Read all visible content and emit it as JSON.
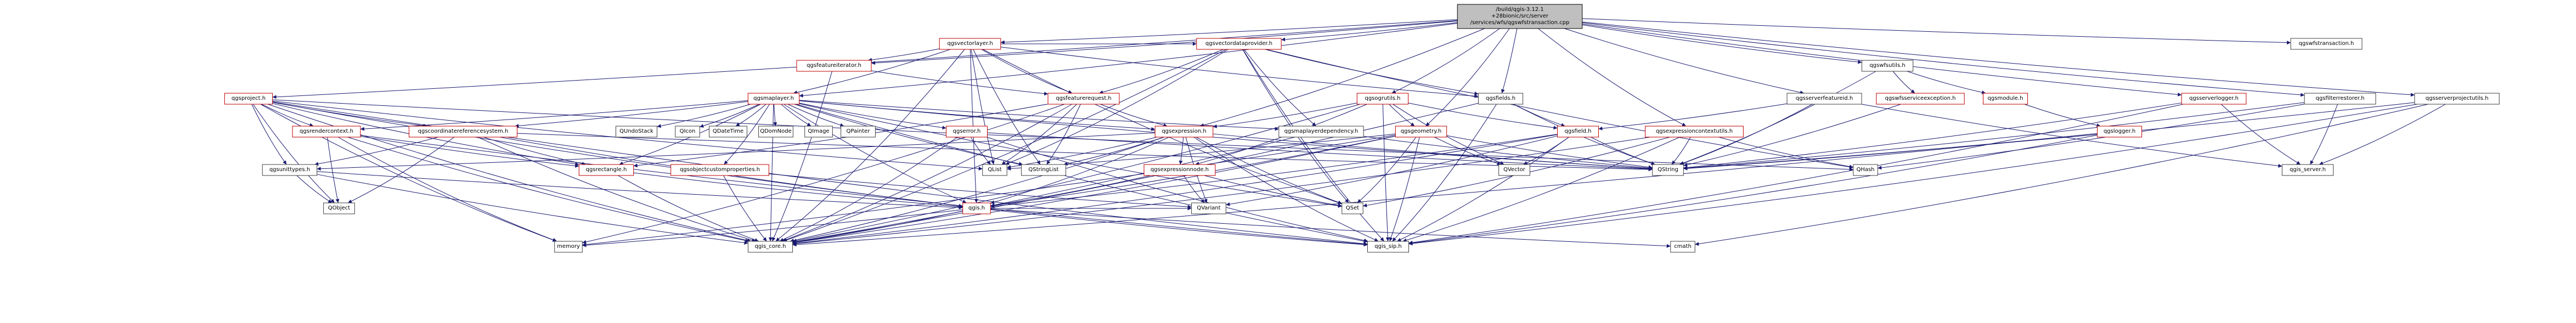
{
  "colors": {
    "black": "#000000",
    "red": "#c00000",
    "root_fill": "#bfbfbf",
    "node_fill": "#ffffff",
    "edge": "#191970",
    "border": "#404040"
  },
  "root": {
    "id": "root",
    "label": "/build/qgis-3.12.1+28bionic/src/server/services/wfs/qgswfstransaction.cpp"
  },
  "nodes": [
    {
      "id": "root",
      "lines": [
        "/build/qgis-3.12.1",
        "+28bionic/src/server",
        "/services/wfs/qgswfstransaction.cpp"
      ],
      "color": "black"
    },
    {
      "id": "qgsvectorlayer",
      "lines": [
        "qgsvectorlayer.h"
      ],
      "color": "red"
    },
    {
      "id": "qgsvectordataprovider",
      "lines": [
        "qgsvectordataprovider.h"
      ],
      "color": "red"
    },
    {
      "id": "qgsfeatureiterator",
      "lines": [
        "qgsfeatureiterator.h"
      ],
      "color": "red"
    },
    {
      "id": "qgsmaplayer",
      "lines": [
        "qgsmaplayer.h"
      ],
      "color": "red"
    },
    {
      "id": "qgsproject",
      "lines": [
        "qgsproject.h"
      ],
      "color": "red"
    },
    {
      "id": "qgsfeaturerequest",
      "lines": [
        "qgsfeaturerequest.h"
      ],
      "color": "red"
    },
    {
      "id": "qgsfields",
      "lines": [
        "qgsfields.h"
      ],
      "color": "black"
    },
    {
      "id": "qgsogrutils",
      "lines": [
        "qgsogrutils.h"
      ],
      "color": "red"
    },
    {
      "id": "qgswfsutils",
      "lines": [
        "qgswfsutils.h"
      ],
      "color": "black"
    },
    {
      "id": "qgsserverfeatureid",
      "lines": [
        "qgsserverfeatureid.h"
      ],
      "color": "black"
    },
    {
      "id": "qgswfstransaction",
      "lines": [
        "qgswfstransaction.h"
      ],
      "color": "black"
    },
    {
      "id": "qgsserverprojectutils",
      "lines": [
        "qgsserverprojectutils.h"
      ],
      "color": "black"
    },
    {
      "id": "qgsfilterrestorer",
      "lines": [
        "qgsfilterrestorer.h"
      ],
      "color": "black"
    },
    {
      "id": "qgsserverlogger",
      "lines": [
        "qgsserverlogger.h"
      ],
      "color": "red"
    },
    {
      "id": "qgsexpression",
      "lines": [
        "qgsexpression.h"
      ],
      "color": "red"
    },
    {
      "id": "qgsexpressioncontextutils",
      "lines": [
        "qgsexpressioncontextutils.h"
      ],
      "color": "red"
    },
    {
      "id": "qgsgeometry",
      "lines": [
        "qgsgeometry.h"
      ],
      "color": "red"
    },
    {
      "id": "qgsfield",
      "lines": [
        "qgsfield.h"
      ],
      "color": "red"
    },
    {
      "id": "qgsmodule",
      "lines": [
        "qgsmodule.h"
      ],
      "color": "red"
    },
    {
      "id": "qgswfsserviceexception",
      "lines": [
        "qgswfsserviceexception.h"
      ],
      "color": "red"
    },
    {
      "id": "qgslogger",
      "lines": [
        "qgslogger.h"
      ],
      "color": "red"
    },
    {
      "id": "qgsrendercontext",
      "lines": [
        "qgsrendercontext.h"
      ],
      "color": "red"
    },
    {
      "id": "qgscoordinatereferencesystem",
      "lines": [
        "qgscoordinatereferencesystem.h"
      ],
      "color": "red"
    },
    {
      "id": "QUndoStack",
      "lines": [
        "QUndoStack"
      ],
      "color": "black"
    },
    {
      "id": "QIcon",
      "lines": [
        "QIcon"
      ],
      "color": "black"
    },
    {
      "id": "QDateTime",
      "lines": [
        "QDateTime"
      ],
      "color": "black"
    },
    {
      "id": "QDomNode",
      "lines": [
        "QDomNode"
      ],
      "color": "black"
    },
    {
      "id": "QImage",
      "lines": [
        "QImage"
      ],
      "color": "black"
    },
    {
      "id": "QPainter",
      "lines": [
        "QPainter"
      ],
      "color": "black"
    },
    {
      "id": "qgserror",
      "lines": [
        "qgserror.h"
      ],
      "color": "red"
    },
    {
      "id": "qgsmaplayerdependency",
      "lines": [
        "qgsmaplayerdependency.h"
      ],
      "color": "black"
    },
    {
      "id": "qgsunittypes",
      "lines": [
        "qgsunittypes.h"
      ],
      "color": "black"
    },
    {
      "id": "qgsrectangle",
      "lines": [
        "qgsrectangle.h"
      ],
      "color": "red"
    },
    {
      "id": "qgsobjectcustomproperties",
      "lines": [
        "qgsobjectcustomproperties.h"
      ],
      "color": "red"
    },
    {
      "id": "QList",
      "lines": [
        "QList"
      ],
      "color": "black"
    },
    {
      "id": "QStringList",
      "lines": [
        "QStringList"
      ],
      "color": "black"
    },
    {
      "id": "qgsexpressionnode",
      "lines": [
        "qgsexpressionnode.h"
      ],
      "color": "red"
    },
    {
      "id": "QVector",
      "lines": [
        "QVector"
      ],
      "color": "black"
    },
    {
      "id": "QString",
      "lines": [
        "QString"
      ],
      "color": "black"
    },
    {
      "id": "QHash",
      "lines": [
        "QHash"
      ],
      "color": "black"
    },
    {
      "id": "qgis_server",
      "lines": [
        "qgis_server.h"
      ],
      "color": "black"
    },
    {
      "id": "QObject",
      "lines": [
        "QObject"
      ],
      "color": "black"
    },
    {
      "id": "qgis",
      "lines": [
        "qgis.h"
      ],
      "color": "red"
    },
    {
      "id": "QVariant",
      "lines": [
        "QVariant"
      ],
      "color": "black"
    },
    {
      "id": "QSet",
      "lines": [
        "QSet"
      ],
      "color": "black"
    },
    {
      "id": "memory",
      "lines": [
        "memory"
      ],
      "color": "black"
    },
    {
      "id": "qgis_core",
      "lines": [
        "qgis_core.h"
      ],
      "color": "black"
    },
    {
      "id": "qgis_sip",
      "lines": [
        "qgis_sip.h"
      ],
      "color": "black"
    },
    {
      "id": "cmath",
      "lines": [
        "cmath"
      ],
      "color": "black"
    }
  ],
  "edges": [
    [
      "root",
      "qgsvectorlayer"
    ],
    [
      "root",
      "qgsvectordataprovider"
    ],
    [
      "root",
      "qgsfeatureiterator"
    ],
    [
      "root",
      "qgsmaplayer"
    ],
    [
      "root",
      "qgsproject"
    ],
    [
      "root",
      "qgsfields"
    ],
    [
      "root",
      "qgsogrutils"
    ],
    [
      "root",
      "qgswfsutils"
    ],
    [
      "root",
      "qgsserverfeatureid"
    ],
    [
      "root",
      "qgswfstransaction"
    ],
    [
      "root",
      "qgsserverprojectutils"
    ],
    [
      "root",
      "qgsfilterrestorer"
    ],
    [
      "root",
      "qgsserverlogger"
    ],
    [
      "root",
      "qgsexpression"
    ],
    [
      "root",
      "qgsexpressioncontextutils"
    ],
    [
      "root",
      "qgsgeometry"
    ],
    [
      "qgsvectorlayer",
      "qgsfeatureiterator"
    ],
    [
      "qgsvectorlayer",
      "qgsvectordataprovider"
    ],
    [
      "qgsvectorlayer",
      "qgsmaplayer"
    ],
    [
      "qgsvectorlayer",
      "qgsfeaturerequest"
    ],
    [
      "qgsvectorlayer",
      "qgsfields"
    ],
    [
      "qgsvectorlayer",
      "QList"
    ],
    [
      "qgsvectorlayer",
      "QSet"
    ],
    [
      "qgsvectorlayer",
      "qgis"
    ],
    [
      "qgsvectorlayer",
      "QStringList"
    ],
    [
      "qgsvectorlayer",
      "qgis_core"
    ],
    [
      "qgsfeatureiterator",
      "qgsfeaturerequest"
    ],
    [
      "qgsfeatureiterator",
      "qgis_core"
    ],
    [
      "qgsvectordataprovider",
      "qgsfeaturerequest"
    ],
    [
      "qgsvectordataprovider",
      "qgsfields"
    ],
    [
      "qgsvectordataprovider",
      "QSet"
    ],
    [
      "qgsvectordataprovider",
      "qgsmaplayerdependency"
    ],
    [
      "qgsvectordataprovider",
      "qgis_sip"
    ],
    [
      "qgsvectordataprovider",
      "qgis_core"
    ],
    [
      "qgsvectordataprovider",
      "QList"
    ],
    [
      "qgsvectordataprovider",
      "QHash"
    ],
    [
      "qgsmaplayer",
      "qgsrendercontext"
    ],
    [
      "qgsmaplayer",
      "qgscoordinatereferencesystem"
    ],
    [
      "qgsmaplayer",
      "QUndoStack"
    ],
    [
      "qgsmaplayer",
      "QIcon"
    ],
    [
      "qgsmaplayer",
      "QDateTime"
    ],
    [
      "qgsmaplayer",
      "QDomNode"
    ],
    [
      "qgsmaplayer",
      "QImage"
    ],
    [
      "qgsmaplayer",
      "QPainter"
    ],
    [
      "qgsmaplayer",
      "qgserror"
    ],
    [
      "qgsmaplayer",
      "qgsmaplayerdependency"
    ],
    [
      "qgsmaplayer",
      "qgsrectangle"
    ],
    [
      "qgsmaplayer",
      "qgsobjectcustomproperties"
    ],
    [
      "qgsmaplayer",
      "qgis_core"
    ],
    [
      "qgsmaplayer",
      "qgis_sip"
    ],
    [
      "qgsmaplayer",
      "qgis"
    ],
    [
      "qgsmaplayer",
      "QSet"
    ],
    [
      "qgsmaplayer",
      "QString"
    ],
    [
      "qgsmaplayer",
      "QStringList"
    ],
    [
      "qgsmaplayer",
      "qgsexpression"
    ],
    [
      "qgsproject",
      "qgsunittypes"
    ],
    [
      "qgsproject",
      "qgscoordinatereferencesystem"
    ],
    [
      "qgsproject",
      "qgsrendercontext"
    ],
    [
      "qgsproject",
      "qgsrectangle"
    ],
    [
      "qgsproject",
      "QObject"
    ],
    [
      "qgsproject",
      "qgis_core"
    ],
    [
      "qgsproject",
      "qgis_sip"
    ],
    [
      "qgsproject",
      "memory"
    ],
    [
      "qgsproject",
      "QList"
    ],
    [
      "qgsproject",
      "QHash"
    ],
    [
      "qgsproject",
      "qgis"
    ],
    [
      "qgsfeaturerequest",
      "qgsexpression"
    ],
    [
      "qgsfeaturerequest",
      "QList"
    ],
    [
      "qgsfeaturerequest",
      "qgis_core"
    ],
    [
      "qgsfeaturerequest",
      "qgsrectangle"
    ],
    [
      "qgsfeaturerequest",
      "memory"
    ],
    [
      "qgsfeaturerequest",
      "QStringList"
    ],
    [
      "qgsfields",
      "qgsfield"
    ],
    [
      "qgsfields",
      "qgis_core"
    ],
    [
      "qgsfields",
      "QString"
    ],
    [
      "qgsfields",
      "qgis_sip"
    ],
    [
      "qgsogrutils",
      "qgsexpression"
    ],
    [
      "qgsogrutils",
      "qgsgeometry"
    ],
    [
      "qgsogrutils",
      "qgsfield"
    ],
    [
      "qgsogrutils",
      "QVector"
    ],
    [
      "qgsogrutils",
      "qgis_core"
    ],
    [
      "qgsogrutils",
      "qgis_sip"
    ],
    [
      "qgsogrutils",
      "qgsexpressionnode"
    ],
    [
      "qgswfsutils",
      "qgsmodule"
    ],
    [
      "qgswfsutils",
      "qgswfsserviceexception"
    ],
    [
      "qgswfsutils",
      "QString"
    ],
    [
      "qgsserverfeatureid",
      "qgis_server"
    ],
    [
      "qgsserverfeatureid",
      "QString"
    ],
    [
      "qgsserverfeatureid",
      "qgsfield"
    ],
    [
      "qgsserverprojectutils",
      "qgis_server"
    ],
    [
      "qgsserverprojectutils",
      "QString"
    ],
    [
      "qgsserverprojectutils",
      "cmath"
    ],
    [
      "qgsserverprojectutils",
      "qgis_sip"
    ],
    [
      "qgsfilterrestorer",
      "QString"
    ],
    [
      "qgsfilterrestorer",
      "qgis_server"
    ],
    [
      "qgsfilterrestorer",
      "QHash"
    ],
    [
      "qgsserverlogger",
      "qgis_server"
    ],
    [
      "qgsserverlogger",
      "QString"
    ],
    [
      "qgsserverlogger",
      "qgis_sip"
    ],
    [
      "qgsexpression",
      "QList"
    ],
    [
      "qgsexpression",
      "QStringList"
    ],
    [
      "qgsexpression",
      "QVariant"
    ],
    [
      "qgsexpression",
      "QSet"
    ],
    [
      "qgsexpression",
      "qgis_core"
    ],
    [
      "qgsexpression",
      "qgis"
    ],
    [
      "qgsexpression",
      "qgsexpressionnode"
    ],
    [
      "qgsexpression",
      "qgsunittypes"
    ],
    [
      "qgsexpression",
      "qgis_sip"
    ],
    [
      "qgsexpression",
      "QString"
    ],
    [
      "qgsexpressioncontextutils",
      "qgis_core"
    ],
    [
      "qgsexpressioncontextutils",
      "qgis_sip"
    ],
    [
      "qgsexpressioncontextutils",
      "QHash"
    ],
    [
      "qgsexpressioncontextutils",
      "QString"
    ],
    [
      "qgsexpressioncontextutils",
      "QSet"
    ],
    [
      "qgsgeometry",
      "QSet"
    ],
    [
      "qgsgeometry",
      "QString"
    ],
    [
      "qgsgeometry",
      "QVector"
    ],
    [
      "qgsgeometry",
      "qgis_core"
    ],
    [
      "qgsgeometry",
      "qgis_sip"
    ],
    [
      "qgsgeometry",
      "QList"
    ],
    [
      "qgsgeometry",
      "memory"
    ],
    [
      "qgsgeometry",
      "qgis"
    ],
    [
      "qgsfield",
      "QString"
    ],
    [
      "qgsfield",
      "QVariant"
    ],
    [
      "qgsfield",
      "QVector"
    ],
    [
      "qgsfield",
      "qgis_core"
    ],
    [
      "qgsfield",
      "qgis"
    ],
    [
      "qgsfield",
      "qgis_sip"
    ],
    [
      "qgsmodule",
      "qgslogger"
    ],
    [
      "qgswfsserviceexception",
      "QString"
    ],
    [
      "qgslogger",
      "QString"
    ],
    [
      "qgslogger",
      "qgis_core"
    ],
    [
      "qgslogger",
      "qgis_sip"
    ],
    [
      "qgsrendercontext",
      "qgis_core"
    ],
    [
      "qgsrendercontext",
      "qgis_sip"
    ],
    [
      "qgsrendercontext",
      "QObject"
    ],
    [
      "qgsrendercontext",
      "qgsrectangle"
    ],
    [
      "qgsrendercontext",
      "memory"
    ],
    [
      "qgscoordinatereferencesystem",
      "qgis_core"
    ],
    [
      "qgscoordinatereferencesystem",
      "qgsunittypes"
    ],
    [
      "qgscoordinatereferencesystem",
      "QObject"
    ],
    [
      "qgscoordinatereferencesystem",
      "qgsrectangle"
    ],
    [
      "qgscoordinatereferencesystem",
      "QString"
    ],
    [
      "qgscoordinatereferencesystem",
      "qgis"
    ],
    [
      "qgserror",
      "QString"
    ],
    [
      "qgserror",
      "QList"
    ],
    [
      "qgserror",
      "qgis_core"
    ],
    [
      "qgserror",
      "qgis_sip"
    ],
    [
      "qgsmaplayerdependency",
      "QString"
    ],
    [
      "qgsmaplayerdependency",
      "qgis_core"
    ],
    [
      "qgsunittypes",
      "QObject"
    ],
    [
      "qgsunittypes",
      "qgis_core"
    ],
    [
      "qgsunittypes",
      "qgis"
    ],
    [
      "qgsrectangle",
      "qgis"
    ],
    [
      "qgsrectangle",
      "qgis_core"
    ],
    [
      "qgsobjectcustomproperties",
      "qgis_core"
    ],
    [
      "qgsobjectcustomproperties",
      "QVariant"
    ],
    [
      "qgsexpressionnode",
      "QSet"
    ],
    [
      "qgsexpressionnode",
      "QVariant"
    ],
    [
      "qgsexpressionnode",
      "qgis"
    ],
    [
      "qgis",
      "QVariant"
    ],
    [
      "qgis",
      "qgis_core"
    ],
    [
      "qgis",
      "qgis_sip"
    ],
    [
      "qgis",
      "memory"
    ],
    [
      "qgis",
      "cmath"
    ]
  ]
}
